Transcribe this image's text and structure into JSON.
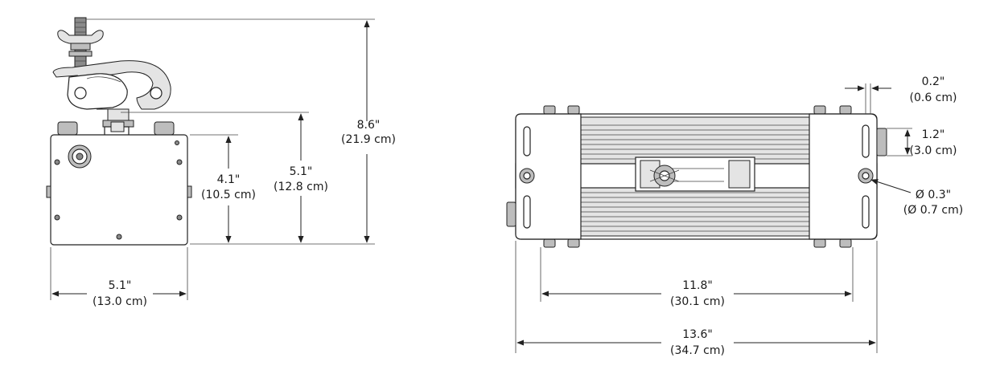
{
  "front_view": {
    "height_total": {
      "imperial": "8.6\"",
      "metric": "(21.9 cm)"
    },
    "height_with_mount": {
      "imperial": "5.1\"",
      "metric": "(12.8 cm)"
    },
    "height_body": {
      "imperial": "4.1\"",
      "metric": "(10.5 cm)"
    },
    "width": {
      "imperial": "5.1\"",
      "metric": "(13.0 cm)"
    }
  },
  "side_view": {
    "bracket_offset": {
      "imperial": "0.2\"",
      "metric": "(0.6 cm)"
    },
    "connector_depth": {
      "imperial": "1.2\"",
      "metric": "(3.0 cm)"
    },
    "hole_diameter": {
      "imperial": "Ø 0.3\"",
      "metric": "(Ø 0.7 cm)"
    },
    "mount_width": {
      "imperial": "11.8\"",
      "metric": "(30.1 cm)"
    },
    "overall_length": {
      "imperial": "13.6\"",
      "metric": "(34.7 cm)"
    }
  }
}
